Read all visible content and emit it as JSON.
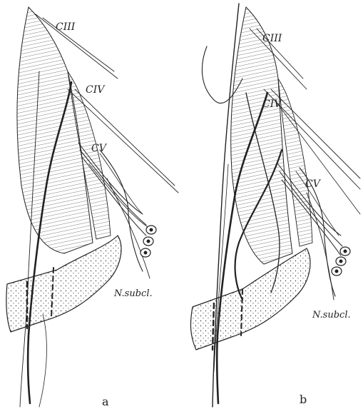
{
  "panels": [
    {
      "id": "a",
      "caption": "a",
      "labels": {
        "c3": "CIII",
        "c4": "CIV",
        "c5": "CV",
        "nerve": "N.subcl."
      }
    },
    {
      "id": "b",
      "caption": "b",
      "labels": {
        "c3": "CIII",
        "c4": "CIV",
        "c5": "CV",
        "nerve": "N.subcl."
      }
    }
  ],
  "colors": {
    "ink": "#222222",
    "background": "#ffffff"
  }
}
